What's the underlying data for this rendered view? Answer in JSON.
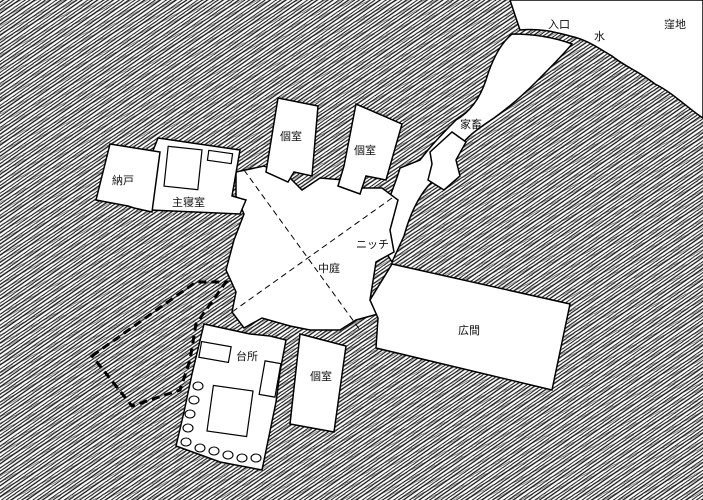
{
  "map": {
    "labels": {
      "entrance": "入口",
      "water": "水",
      "surface": "窪地",
      "livestock": "家畜",
      "storage": "納戸",
      "master_bedroom": "主寝室",
      "private_room_1": "個室",
      "private_room_2": "個室",
      "private_room_3": "個室",
      "niche": "ニッチ",
      "courtyard": "中庭",
      "hall": "広間",
      "kitchen": "台所"
    },
    "colors": {
      "rock_hatch": "#111111",
      "room_fill": "#ffffff",
      "outline": "#000000"
    }
  }
}
